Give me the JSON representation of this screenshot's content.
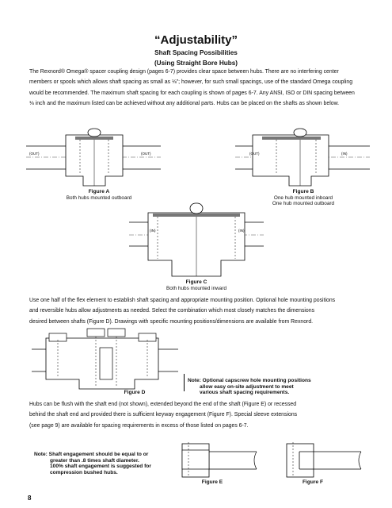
{
  "heading": {
    "title": "“Adjustability”",
    "subtitle1": "Shaft Spacing Possibilities",
    "subtitle2": "(Using Straight Bore Hubs)"
  },
  "intro": {
    "lines": [
      "The Rexnord® Omega® spacer coupling design (pages 6-7) provides clear space between hubs. There are no interfering center",
      "members or spools which allows shaft spacing as small as ⅛\"; however, for such small spacings, use of the standard Omega coupling",
      "would be recommended. The maximum shaft spacing for each coupling is shown of pages 6-7. Any ANSI, ISO or DIN spacing between",
      "⅛ inch and the maximum listed can be achieved without any additional parts. Hubs can be placed on the shafts as shown below."
    ]
  },
  "figures": {
    "a": {
      "title": "Figure A",
      "desc": "Both hubs mounted outboard",
      "left_tag": "(OUT)",
      "right_tag": "(OUT)"
    },
    "b": {
      "title": "Figure B",
      "desc1": "One hub mounted inboard",
      "desc2": "One hub mounted outboard",
      "left_tag": "(OUT)",
      "right_tag": "(IN)"
    },
    "c": {
      "title": "Figure C",
      "desc": "Both hubs mounted inward",
      "left_tag": "(IN)",
      "right_tag": "(IN)"
    },
    "d": {
      "title": "Figure D"
    },
    "e": {
      "title": "Figure E"
    },
    "f": {
      "title": "Figure F"
    }
  },
  "mid_text": {
    "lines": [
      "Use one half of the flex element to establish shaft spacing and appropriate mounting position. Optional hole mounting positions",
      "and reversible hubs allow adjustments as needed. Select the combination which most closely matches the dimensions",
      "desired between shafts (Figure D). Drawings with specific mounting positions/dimensions are available from Rexnord."
    ]
  },
  "note_d": {
    "line1": "Note: Optional capscrew hole mounting positions",
    "line2": "allow easy on-site adjustment to meet",
    "line3": "various shaft spacing requirements."
  },
  "lower_text": {
    "lines": [
      "Hubs can be flush with the shaft end (not shown), extended beyond the end of the shaft (Figure E) or recessed",
      "behind the shaft end and provided there is sufficient keyway engagement (Figure F). Special sleeve extensions",
      "(see page 9) are available for spacing requirements in excess of those listed on pages 6-7."
    ]
  },
  "note_bottom": {
    "line1": "Note: Shaft engagement should be equal to or",
    "line2": "greater than .8 times shaft diameter.",
    "line3": "100% shaft engagement is suggested for",
    "line4": "compression bushed hubs."
  },
  "page_number": "8"
}
